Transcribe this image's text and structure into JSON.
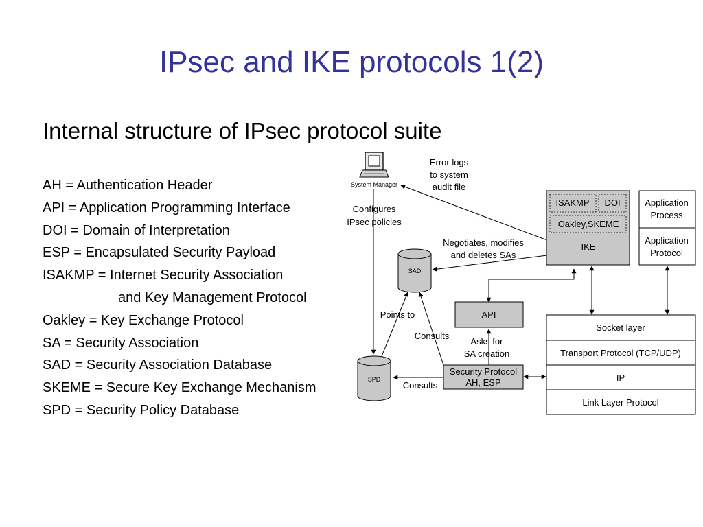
{
  "slide": {
    "title": "IPsec and IKE protocols 1(2)",
    "subtitle": "Internal structure of IPsec protocol suite"
  },
  "abbreviations": [
    "AH = Authentication Header",
    "API = Application Programming Interface",
    "DOI = Domain of Interpretation",
    "ESP = Encapsulated Security Payload",
    "ISAKMP = Internet Security Association",
    "and Key Management Protocol",
    "Oakley = Key Exchange Protocol",
    "SA = Security Association",
    "SAD = Security Association Database",
    "SKEME = Secure Key Exchange Mechanism",
    "SPD = Security Policy Database"
  ],
  "diagram": {
    "system_manager": "System Manager",
    "sad": "SAD",
    "spd": "SPD",
    "isakmp": "ISAKMP",
    "doi": "DOI",
    "oakley_skeme": "Oakley,SKEME",
    "ike": "IKE",
    "api": "API",
    "security_protocol": [
      "Security Protocol",
      "AH, ESP"
    ],
    "application_process": [
      "Application",
      "Process"
    ],
    "application_protocol": [
      "Application",
      "Protocol"
    ],
    "stack": [
      "Socket layer",
      "Transport Protocol (TCP/UDP)",
      "IP",
      "Link Layer Protocol"
    ],
    "labels": {
      "error_logs": [
        "Error logs",
        "to system",
        "audit file"
      ],
      "configures": [
        "Configures",
        "IPsec policies"
      ],
      "negotiates": [
        "Negotiates, modifies",
        "and deletes SAs"
      ],
      "points_to": "Points to",
      "consults_upper": "Consults",
      "consults_lower": "Consults",
      "asks_for": [
        "Asks for",
        "SA creation"
      ]
    }
  }
}
